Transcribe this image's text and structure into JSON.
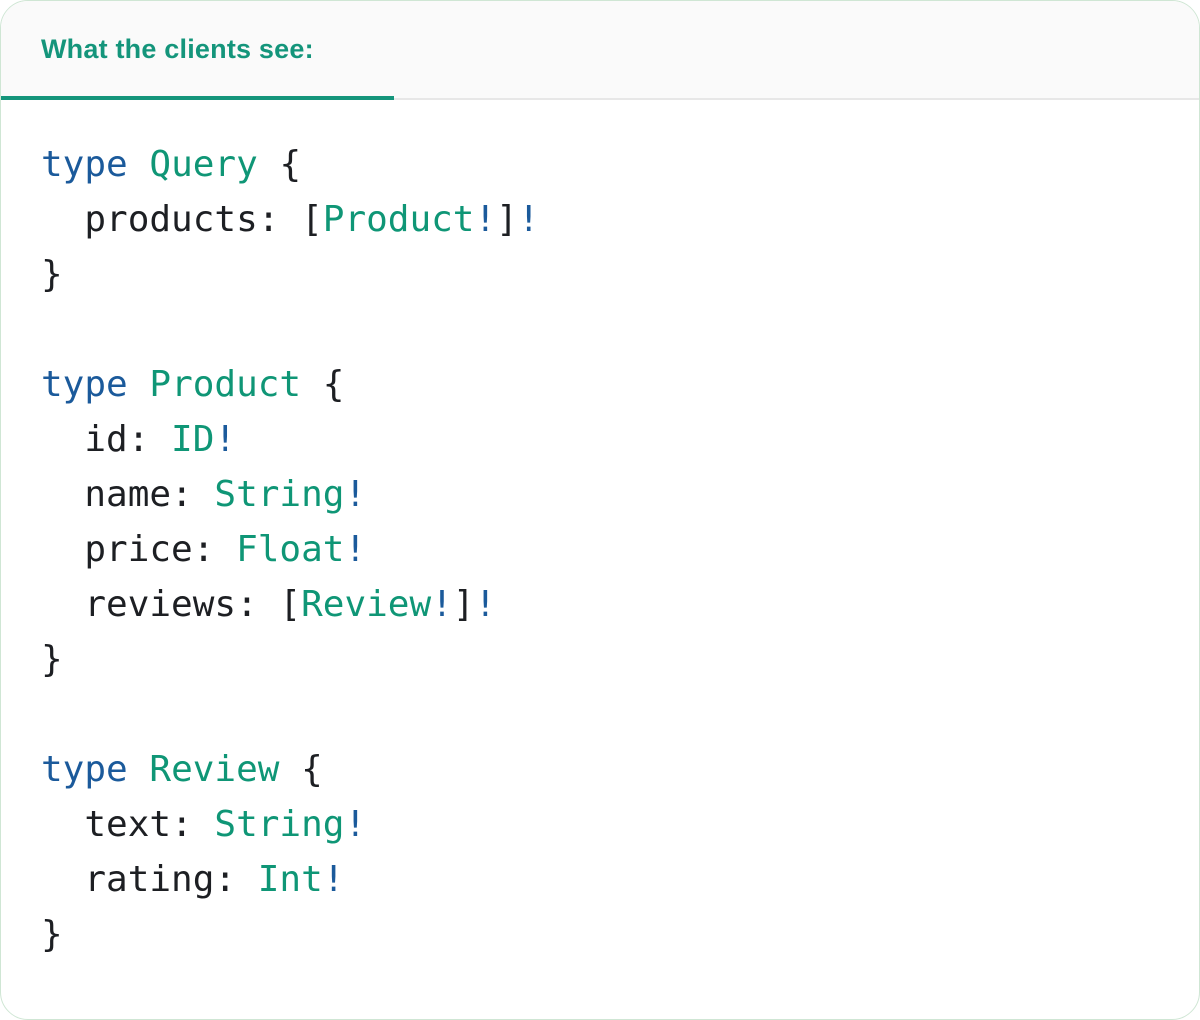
{
  "colors": {
    "accent": "#14957b",
    "keyword": "#1b5a9b",
    "typename": "#0f9676",
    "plain": "#1d1f23",
    "header_bg": "#fafafa",
    "header_border": "#e7e7e7",
    "card_border": "#cfe6d4",
    "card_bg": "#ffffff"
  },
  "header": {
    "tab_label": "What the clients see:"
  },
  "code": {
    "lines": [
      [
        {
          "t": "kw",
          "v": "type"
        },
        {
          "t": "plain",
          "v": " "
        },
        {
          "t": "type",
          "v": "Query"
        },
        {
          "t": "plain",
          "v": " {"
        }
      ],
      [
        {
          "t": "plain",
          "v": "  products: ["
        },
        {
          "t": "type",
          "v": "Product"
        },
        {
          "t": "bang",
          "v": "!"
        },
        {
          "t": "plain",
          "v": "]"
        },
        {
          "t": "bang",
          "v": "!"
        }
      ],
      [
        {
          "t": "plain",
          "v": "}"
        }
      ],
      [],
      [
        {
          "t": "kw",
          "v": "type"
        },
        {
          "t": "plain",
          "v": " "
        },
        {
          "t": "type",
          "v": "Product"
        },
        {
          "t": "plain",
          "v": " {"
        }
      ],
      [
        {
          "t": "plain",
          "v": "  id: "
        },
        {
          "t": "type",
          "v": "ID"
        },
        {
          "t": "bang",
          "v": "!"
        }
      ],
      [
        {
          "t": "plain",
          "v": "  name: "
        },
        {
          "t": "type",
          "v": "String"
        },
        {
          "t": "bang",
          "v": "!"
        }
      ],
      [
        {
          "t": "plain",
          "v": "  price: "
        },
        {
          "t": "type",
          "v": "Float"
        },
        {
          "t": "bang",
          "v": "!"
        }
      ],
      [
        {
          "t": "plain",
          "v": "  reviews: ["
        },
        {
          "t": "type",
          "v": "Review"
        },
        {
          "t": "bang",
          "v": "!"
        },
        {
          "t": "plain",
          "v": "]"
        },
        {
          "t": "bang",
          "v": "!"
        }
      ],
      [
        {
          "t": "plain",
          "v": "}"
        }
      ],
      [],
      [
        {
          "t": "kw",
          "v": "type"
        },
        {
          "t": "plain",
          "v": " "
        },
        {
          "t": "type",
          "v": "Review"
        },
        {
          "t": "plain",
          "v": " {"
        }
      ],
      [
        {
          "t": "plain",
          "v": "  text: "
        },
        {
          "t": "type",
          "v": "String"
        },
        {
          "t": "bang",
          "v": "!"
        }
      ],
      [
        {
          "t": "plain",
          "v": "  rating: "
        },
        {
          "t": "type",
          "v": "Int"
        },
        {
          "t": "bang",
          "v": "!"
        }
      ],
      [
        {
          "t": "plain",
          "v": "}"
        }
      ]
    ]
  }
}
